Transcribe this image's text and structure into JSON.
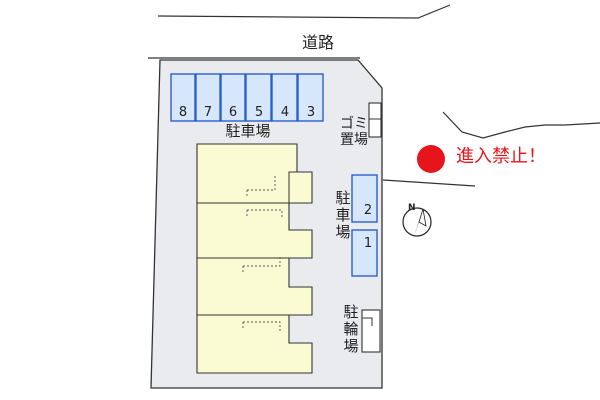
{
  "road_label": "道路",
  "parking_main": {
    "label": "駐車場",
    "spaces": [
      "8",
      "7",
      "6",
      "5",
      "4",
      "3"
    ]
  },
  "garbage_label": "ゴミ置場",
  "parking_side": {
    "label": "駐車場",
    "spaces": [
      "2",
      "1"
    ]
  },
  "bike_label": "駐輪場",
  "no_entry_label": "進入禁止！",
  "colors": {
    "lot": "#e9ebef",
    "parking_space": "#d6e6fb",
    "parking_border": "#2b5fd0",
    "building": "#fbfbd3",
    "no_entry": "#e8141b"
  },
  "compass_label": "N"
}
